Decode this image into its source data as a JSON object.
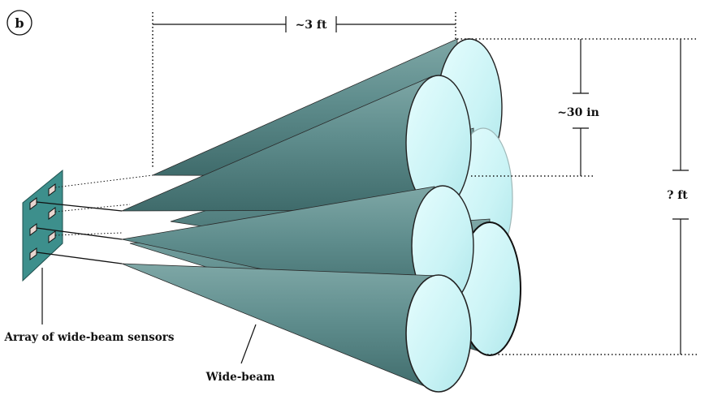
{
  "diagram": {
    "panel_label": "b",
    "dimensions": {
      "cone_length": "~3 ft",
      "beam_spacing": "~30 in",
      "array_coverage": "? ft"
    },
    "labels": {
      "sensor_array": "Array of wide-beam sensors",
      "beam": "Wide-beam"
    },
    "colors": {
      "cone_body": "#5f8d8d",
      "cone_dark": "#3f6b6b",
      "cone_face": "#c9f3f5",
      "cone_face_edge": "#d8fafb",
      "sensor_panel": "#3d8f8c",
      "outline": "#1a1a1a"
    }
  }
}
